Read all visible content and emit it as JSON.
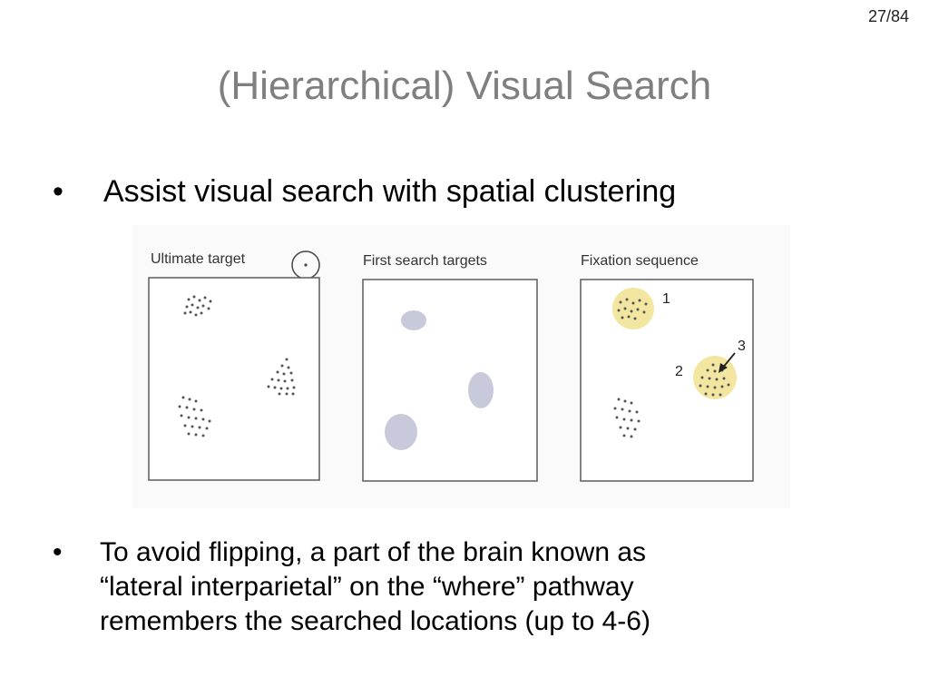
{
  "slide": {
    "page_number": "27/84",
    "title": "(Hierarchical) Visual Search",
    "bullet_1": "Assist visual search with spatial clustering",
    "bullet_2": "To avoid flipping, a part of the brain known as\n“lateral interparietal” on the “where” pathway\nremembers the searched locations (up to 4-6)",
    "bullet_symbol": "•"
  },
  "figure": {
    "panels": [
      {
        "label": "Ultimate target"
      },
      {
        "label": "First search targets"
      },
      {
        "label": "Fixation sequence"
      }
    ],
    "fixation_numbers": [
      "1",
      "2",
      "3"
    ],
    "colors": {
      "fixation_highlight": "#f3e6a0",
      "blob": "#c9c9dc",
      "dots": "#555555",
      "frame": "#666666",
      "background": "#fafafa"
    }
  }
}
